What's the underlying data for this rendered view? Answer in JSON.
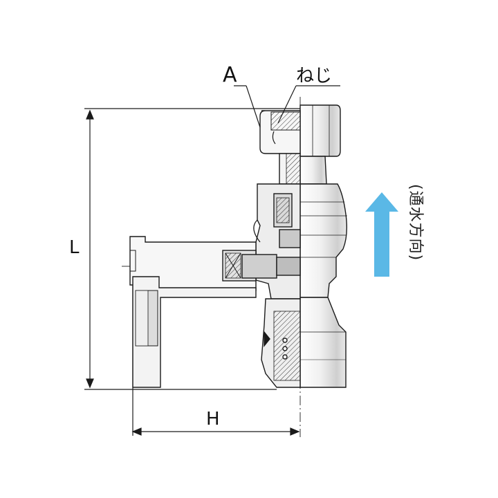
{
  "labels": {
    "a": "A",
    "neji": "ねじ",
    "length": "L",
    "height": "H",
    "flow_direction": "(通水方向)"
  },
  "colors": {
    "line": "#1a1a1a",
    "fill_light": "#f4f4f4",
    "fill_mid": "#d6d6d6",
    "fill_dark": "#9a9a9a",
    "arrow": "#5ab8e6"
  },
  "icons": {
    "flow_arrow": "arrow-up-icon"
  }
}
